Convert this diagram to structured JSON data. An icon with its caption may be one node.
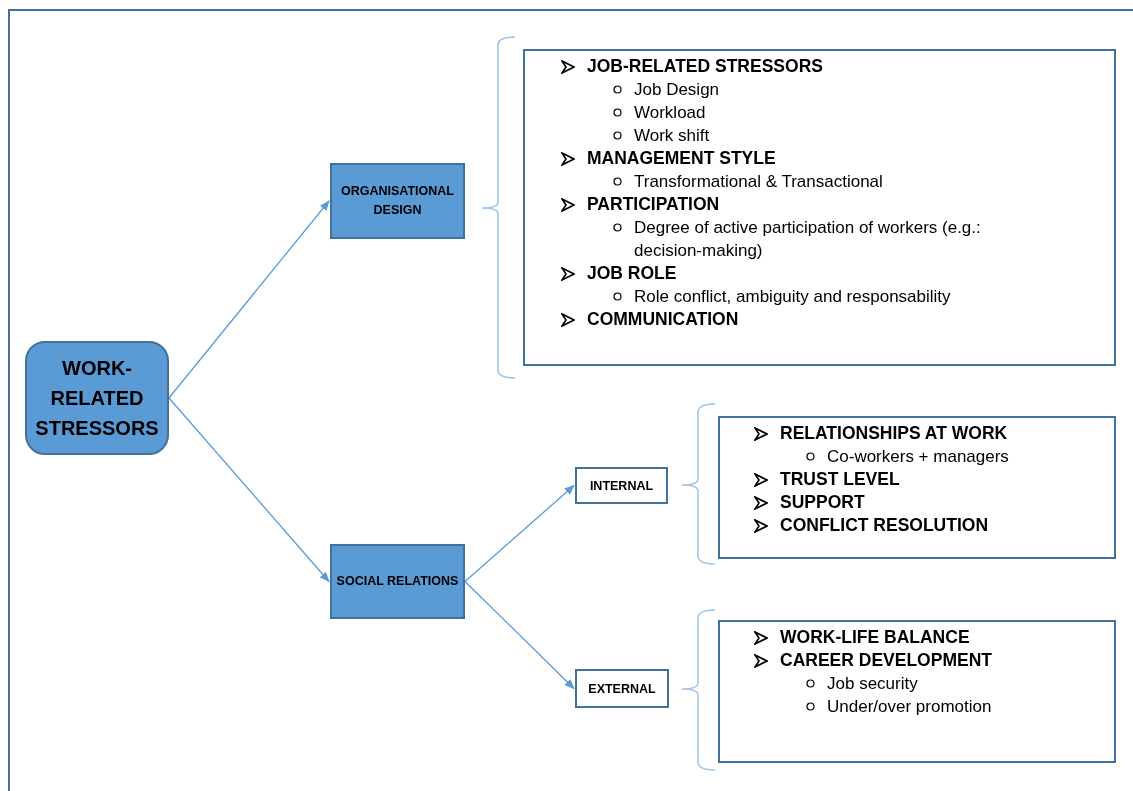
{
  "diagram": {
    "nodes": [
      {
        "text": [
          "WORK-RELATED STRESSORS"
        ]
      },
      {
        "text": [
          "ORGANISATIONAL DESIGN"
        ]
      },
      {
        "text": [
          "JOB-RELATED STRESSORS",
          "Job Design",
          "Workload",
          "Work shift",
          "MANAGEMENT STYLE",
          "Transformational & Transactional",
          "PARTICIPATION",
          "Degree of active participation of workers (e.g.: decision-making)",
          "JOB ROLE",
          "Role conflict, ambiguity and responsability",
          "COMMUNICATION"
        ]
      },
      {
        "text": [
          "SOCIAL RELATIONS"
        ]
      },
      {
        "text": [
          "INTERNAL"
        ]
      },
      {
        "text": [
          "RELATIONSHIPS AT WORK",
          "Co-workers + managers",
          "TRUST LEVEL",
          "SUPPORT",
          "CONFLICT RESOLUTION"
        ]
      },
      {
        "text": [
          "EXTERNAL"
        ]
      },
      {
        "text": [
          "WORK-LIFE BALANCE",
          "CAREER DEVELOPMENT",
          "Job security",
          "Under/over promotion"
        ]
      }
    ],
    "edges": [
      {
        "from": 0,
        "to": 1,
        "arrow": "to"
      },
      {
        "from": 0,
        "to": 3,
        "arrow": "to"
      },
      {
        "from": 3,
        "to": 4,
        "arrow": "to"
      },
      {
        "from": 3,
        "to": 6,
        "arrow": "to"
      }
    ]
  }
}
